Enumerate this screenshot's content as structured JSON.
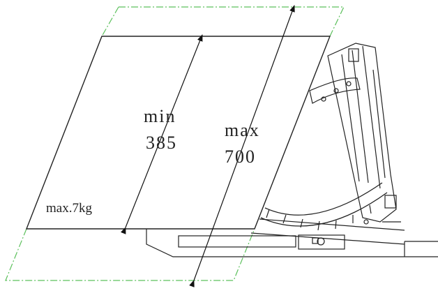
{
  "labels": {
    "min_label": "min",
    "min_value": "385",
    "max_label": "max",
    "max_value": "700",
    "load_label": "max.7kg"
  },
  "colors": {
    "line": "#222222",
    "ghost": "#5cc05c",
    "background": "#ffffff"
  }
}
